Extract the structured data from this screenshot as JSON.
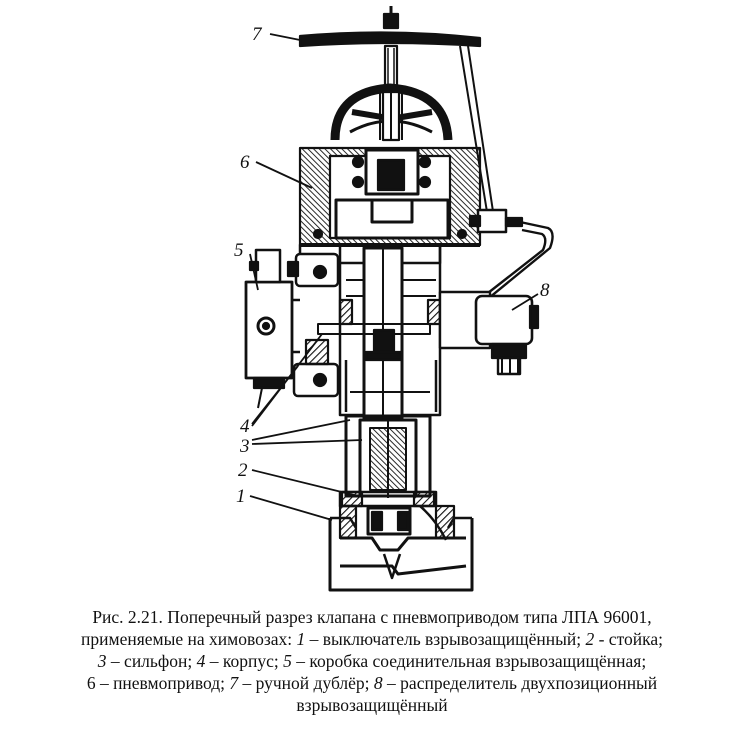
{
  "figure": {
    "callouts": [
      {
        "id": "c7",
        "label": "7"
      },
      {
        "id": "c6",
        "label": "6"
      },
      {
        "id": "c5",
        "label": "5"
      },
      {
        "id": "c8",
        "label": "8"
      },
      {
        "id": "c4",
        "label": "4"
      },
      {
        "id": "c3",
        "label": "3"
      },
      {
        "id": "c2",
        "label": "2"
      },
      {
        "id": "c1",
        "label": "1"
      }
    ],
    "caption": {
      "line1": "Рис. 2.21. Поперечный разрез клапана с пневмоприводом типа ЛПА 96001,",
      "line2a": "применяемые на химовозах: ",
      "n1": "1",
      "line2b": " – выключатель взрывозащищённый; ",
      "n2": "2",
      "line2c": "  - стойка;",
      "n3": "3",
      "line3a": " – сильфон; ",
      "n4": "4",
      "line3b": " – корпус; ",
      "n5": "5",
      "line3c": " – коробка соединительная взрывозащищённая;",
      "line4a": "6 – пневмопривод; ",
      "n7": "7",
      "line4b": " – ручной дублёр; ",
      "n8": "8",
      "line4c": " – распределитель двухпозиционный",
      "line5": "взрывозащищённый"
    }
  },
  "colors": {
    "ink": "#111111",
    "background": "#ffffff"
  }
}
